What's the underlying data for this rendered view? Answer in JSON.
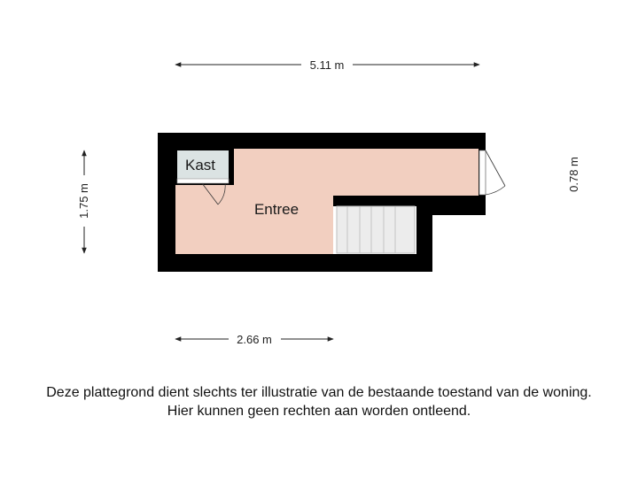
{
  "dimensions": {
    "top_width": "5.11 m",
    "left_height": "1.75 m",
    "right_height": "0.78 m",
    "bottom_width": "2.66 m"
  },
  "rooms": {
    "entree": "Entree",
    "kast": "Kast"
  },
  "colors": {
    "wall": "#000000",
    "floor": "#f2cfc0",
    "closet": "#dbe3e3",
    "stairs": "#e8e8e8",
    "text": "#222222"
  },
  "disclaimer": {
    "line1": "Deze plattegrond dient slechts ter illustratie van de bestaande toestand van de woning.",
    "line2": "Hier kunnen geen rechten aan worden ontleend."
  }
}
